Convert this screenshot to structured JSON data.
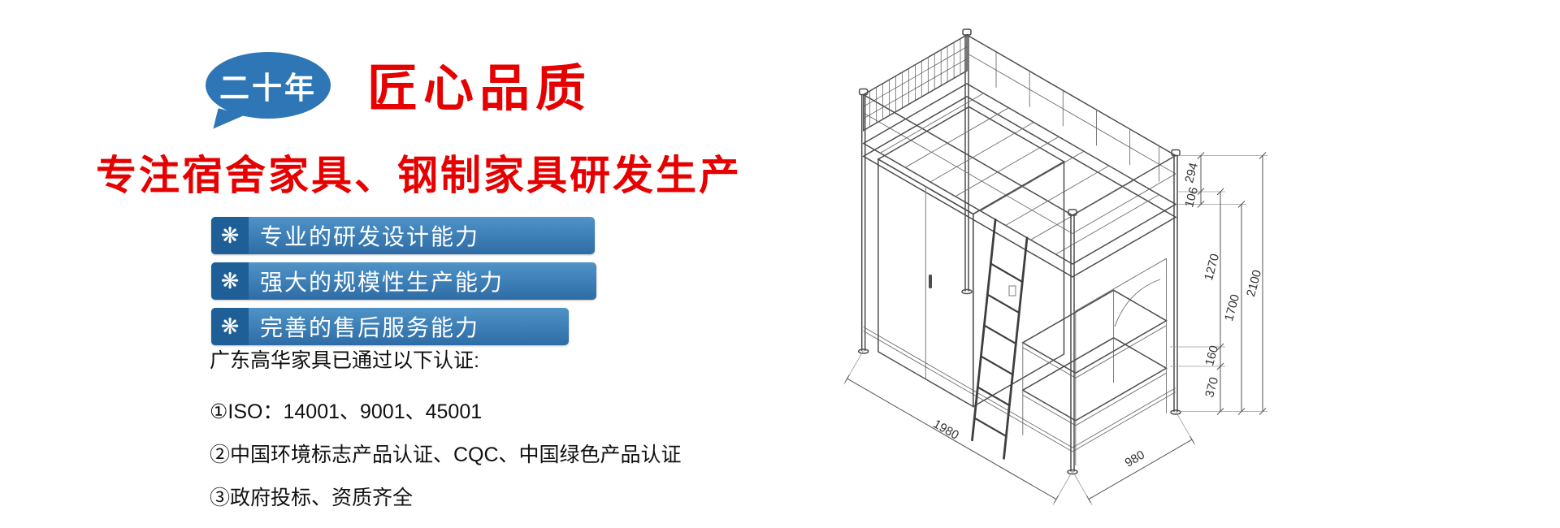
{
  "page": {
    "background": "#ffffff"
  },
  "promo": {
    "badge": {
      "label": "二十年",
      "color": "#2e76b5"
    },
    "headline": {
      "text": "匠心品质",
      "color": "#e60000"
    },
    "subheadline": {
      "text": "专注宿舍家具、钢制家具研发生产",
      "color": "#e60000"
    },
    "features": {
      "icon": "flower-burst-icon",
      "icon_glyph": "❋",
      "bar_color": "#3579b1",
      "items": [
        {
          "label": "专业的研发设计能力"
        },
        {
          "label": "强大的规模性生产能力"
        },
        {
          "label": "完善的售后服务能力"
        }
      ]
    },
    "certifications": {
      "heading": "广东高华家具已通过以下认证:",
      "items": [
        "①ISO：14001、9001、45001",
        "②中国环境标志产品认证、CQC、中国绿色产品认证",
        "③政府投标、资质齐全"
      ]
    }
  },
  "product_drawing": {
    "type": "isometric-technical-drawing",
    "subject": "loft-bed-with-wardrobe-desk-and-ladder",
    "dimensions_mm": {
      "guard_rail": "294",
      "frame": "106",
      "clearance": "1270",
      "bed_height": "1700",
      "total_height": "2100",
      "seat": "160",
      "desk": "370",
      "length": "1980",
      "width": "980"
    }
  }
}
